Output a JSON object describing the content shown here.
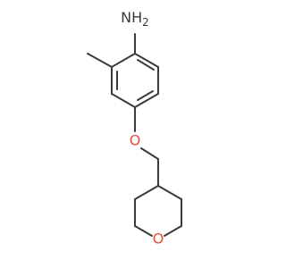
{
  "molecule": {
    "amine_label": "NH",
    "amine_subscript": "2",
    "ether_oxygen": "O",
    "ring_oxygen": "O"
  },
  "colors": {
    "bond": "#3a3a3a",
    "oxygen": "#e74c3c",
    "background": "#ffffff"
  }
}
